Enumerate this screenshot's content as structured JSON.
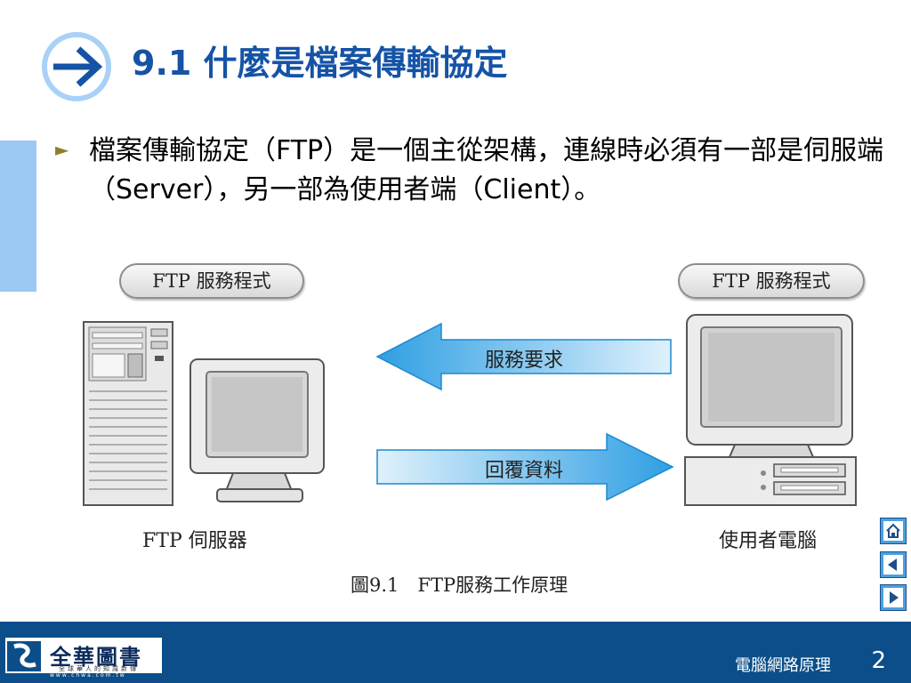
{
  "title": "9.1 什麼是檔案傳輸協定",
  "bullet_text": "檔案傳輸協定（FTP）是一個主從架構，連線時必須有一部是伺服端（Server），另一部為使用者端（Client）。",
  "figure": {
    "left_pill": "FTP 服務程式",
    "right_pill": "FTP 服務程式",
    "request_label": "服務要求",
    "reply_label": "回覆資料",
    "server_label": "FTP 伺服器",
    "client_label": "使用者電腦",
    "caption": "圖9.1　FTP服務工作原理"
  },
  "nav": [
    "home-icon",
    "back-icon",
    "forward-icon"
  ],
  "footer": {
    "logo_name": "全華圖書",
    "logo_slogan": "全球華人的知識新傳",
    "logo_url": "www.chwa.com.tw",
    "course": "電腦網路原理",
    "page": "2"
  },
  "colors": {
    "title": "#1553a6",
    "accent_bar": "#9cc8f4",
    "arrow": "#3aa7e6",
    "footer": "#0b4e8a",
    "bullet": "#8f7f2c"
  }
}
